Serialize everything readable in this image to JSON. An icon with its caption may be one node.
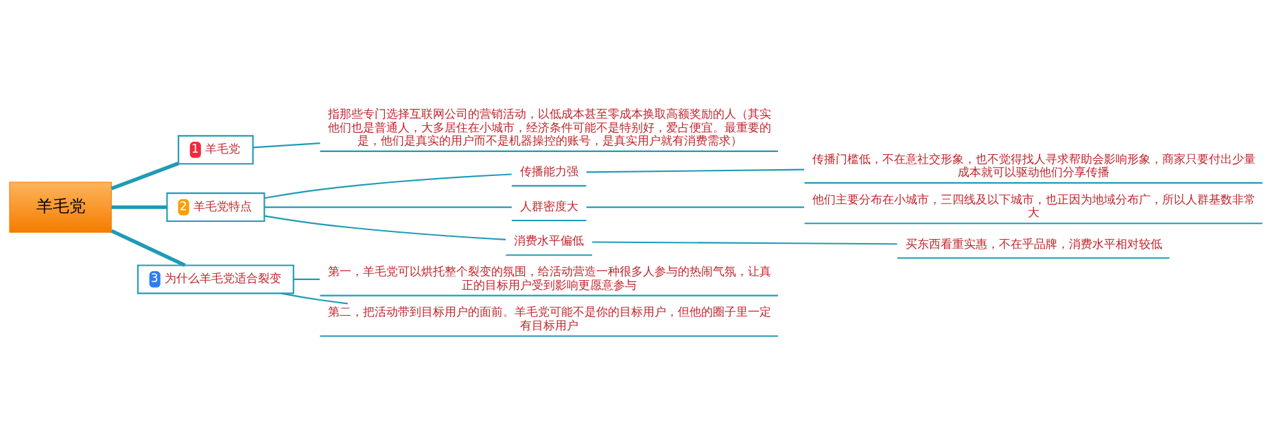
{
  "diagram": {
    "nodes": [
      {
        "text": [
          "羊毛党"
        ]
      },
      {
        "text": [
          "1",
          "羊毛党"
        ]
      },
      {
        "text": [
          "指那些专门选择互联网公司的营销活动，以低成本甚至零成本换取高额奖励的人（其实他们也是普通人，大多居住在小城市，经济条件可能不是特别好，爱占便宜。最重要的是，他们是真实的用户而不是机器操控的账号，是真实用户就有消费需求）"
        ]
      },
      {
        "text": [
          "2",
          "羊毛党特点"
        ]
      },
      {
        "text": [
          "传播能力强"
        ]
      },
      {
        "text": [
          "传播门槛低，不在意社交形象，也不觉得找人寻求帮助会影响形象，商家只要付出少量成本就可以驱动他们分享传播"
        ]
      },
      {
        "text": [
          "人群密度大"
        ]
      },
      {
        "text": [
          "他们主要分布在小城市，三四线及以下城市，也正因为地域分布广，所以人群基数非常大"
        ]
      },
      {
        "text": [
          "消费水平偏低"
        ]
      },
      {
        "text": [
          "买东西看重实惠，不在乎品牌，消费水平相对较低"
        ]
      },
      {
        "text": [
          "3",
          "为什么羊毛党适合裂变"
        ]
      },
      {
        "text": [
          "第一，羊毛党可以烘托整个裂变的氛围，给活动营造一种很多人参与的热闹气氛，让真正的目标用户受到影响更愿意参与"
        ]
      },
      {
        "text": [
          "第二，把活动带到目标用户的面前。羊毛党可能不是你的目标用户，但他的圈子里一定有目标用户"
        ]
      }
    ],
    "edges": [
      {
        "from": 0,
        "to": 1,
        "arrow": "none",
        "style": "thick"
      },
      {
        "from": 1,
        "to": 2,
        "arrow": "none"
      },
      {
        "from": 0,
        "to": 3,
        "arrow": "none",
        "style": "thick"
      },
      {
        "from": 3,
        "to": 4,
        "arrow": "none"
      },
      {
        "from": 4,
        "to": 5,
        "arrow": "none"
      },
      {
        "from": 3,
        "to": 6,
        "arrow": "none"
      },
      {
        "from": 6,
        "to": 7,
        "arrow": "none"
      },
      {
        "from": 3,
        "to": 8,
        "arrow": "none"
      },
      {
        "from": 8,
        "to": 9,
        "arrow": "none"
      },
      {
        "from": 0,
        "to": 10,
        "arrow": "none",
        "style": "thick"
      },
      {
        "from": 10,
        "to": 11,
        "arrow": "none"
      },
      {
        "from": 10,
        "to": 12,
        "arrow": "none"
      }
    ]
  }
}
